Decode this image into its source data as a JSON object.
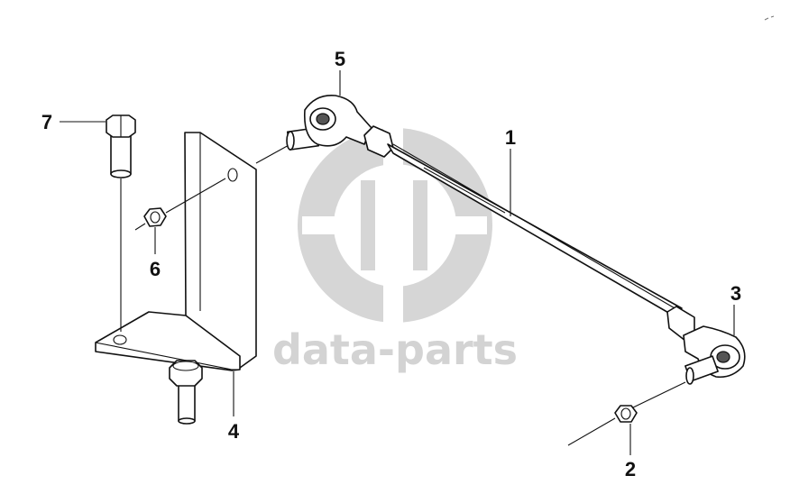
{
  "diagram": {
    "callouts": [
      {
        "id": "1",
        "label": "1"
      },
      {
        "id": "2",
        "label": "2"
      },
      {
        "id": "3",
        "label": "3"
      },
      {
        "id": "4",
        "label": "4"
      },
      {
        "id": "5",
        "label": "5"
      },
      {
        "id": "6",
        "label": "6"
      },
      {
        "id": "7",
        "label": "7"
      }
    ]
  },
  "watermark": {
    "text": "data-parts",
    "color": "#d3d3d3"
  },
  "colors": {
    "line": "#111111",
    "background": "#ffffff"
  }
}
